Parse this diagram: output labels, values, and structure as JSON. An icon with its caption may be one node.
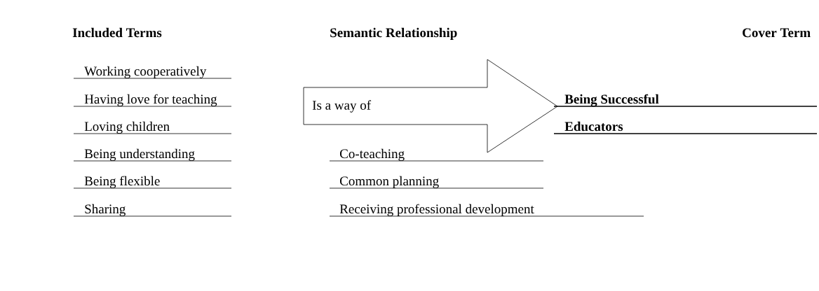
{
  "diagram": {
    "nodes": [
      {
        "text": [
          "Is a way of"
        ]
      }
    ],
    "labels": [
      "Included Terms",
      "Semantic Relationship",
      "Cover Term",
      "Working cooperatively",
      "Having love for teaching",
      "Being Successful",
      "Loving children",
      "Educators",
      "Being understanding",
      "Co-teaching",
      "Being flexible",
      "Common planning",
      "Sharing",
      "Receiving professional development"
    ]
  }
}
